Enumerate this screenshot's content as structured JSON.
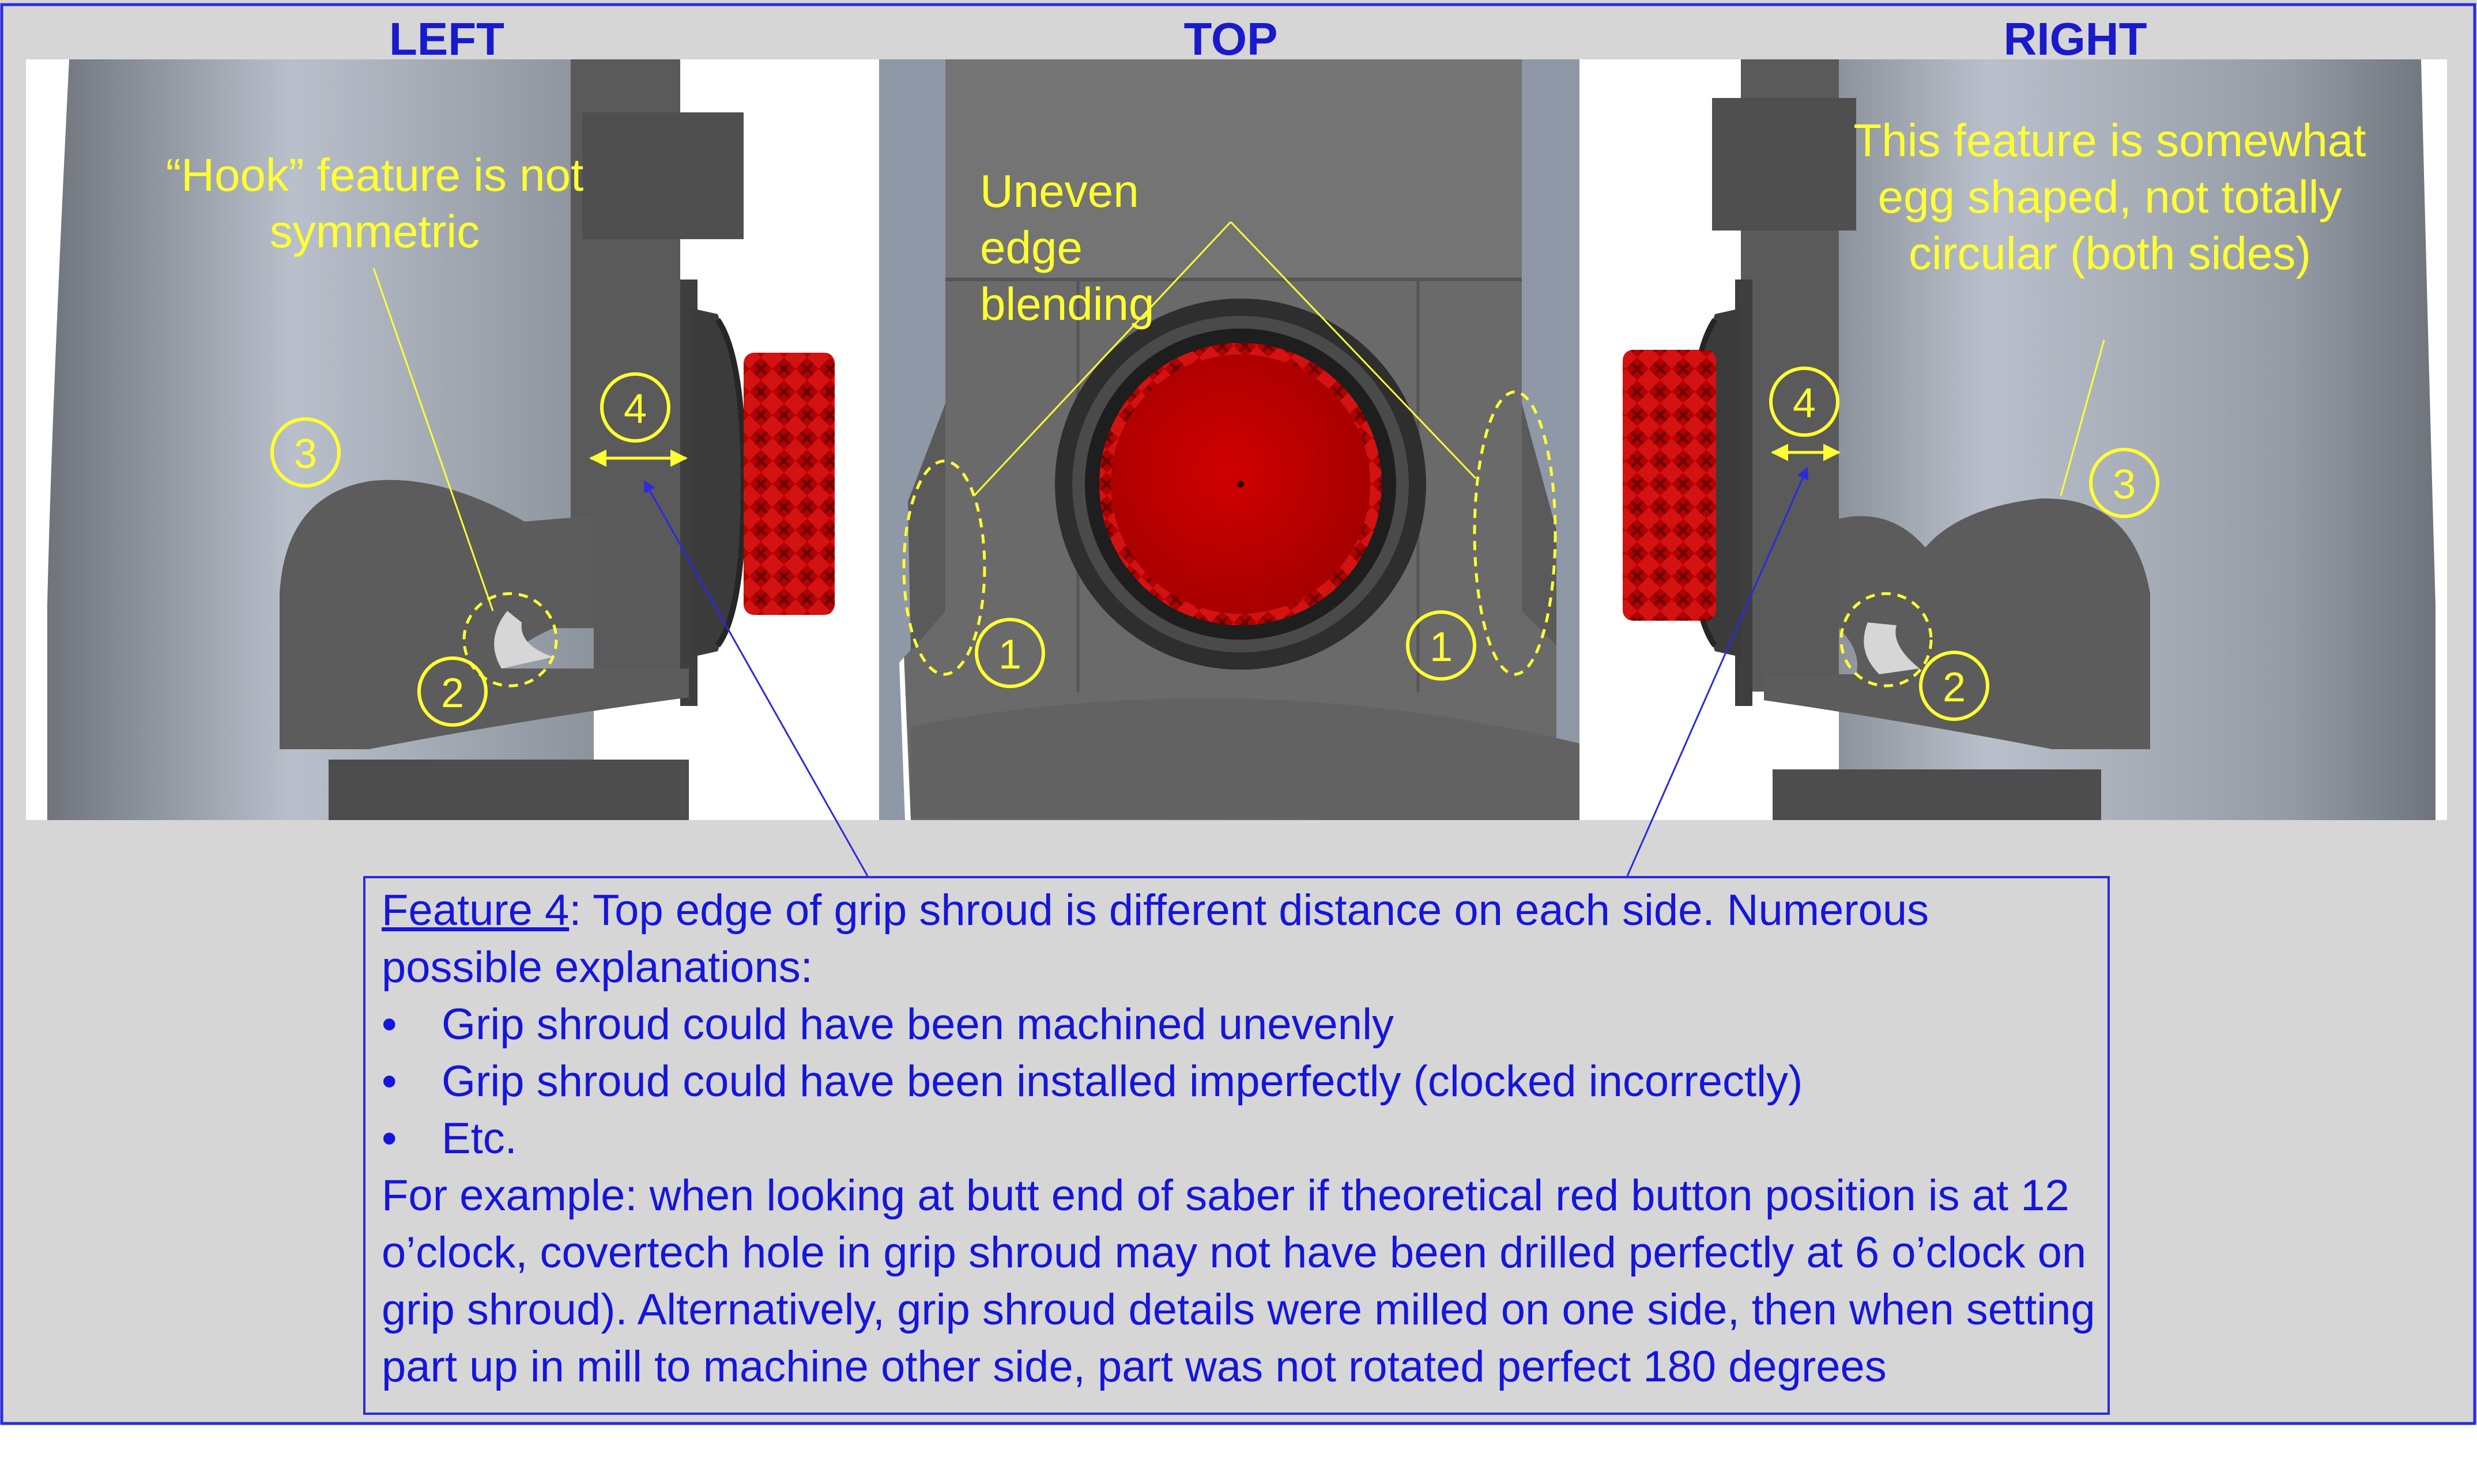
{
  "views": {
    "left": {
      "title": "LEFT"
    },
    "top": {
      "title": "TOP"
    },
    "right": {
      "title": "RIGHT"
    }
  },
  "annotations": {
    "left_note": "“Hook” feature is not symmetric",
    "top_note": "Uneven edge blending",
    "right_note": "This feature is somewhat egg shaped, not totally circular (both sides)"
  },
  "markers": {
    "left": [
      "3",
      "4",
      "2"
    ],
    "top": [
      "1",
      "1"
    ],
    "right": [
      "4",
      "3",
      "2"
    ]
  },
  "feature4": {
    "heading": "Feature 4",
    "intro": ": Top edge of grip shroud is different distance on each side. Numerous possible explanations:",
    "bullets": [
      "Grip shroud could have been machined unevenly",
      "Grip shroud could have been installed imperfectly (clocked incorrectly)",
      "Etc."
    ],
    "example": "For example: when looking at butt end of saber if theoretical red button position is at 12 o’clock, covertech hole in grip shroud may not have been drilled perfectly at 6 o’clock on grip shroud). Alternatively, grip shroud details were milled on one side, then when setting part up in mill to machine other side, part was not rotated perfect 180 degrees"
  },
  "colors": {
    "slide_bg": "#d6d6d6",
    "border": "#2a2ae0",
    "title_text": "#1a1acc",
    "annotation": "#ffff33",
    "body_text": "#1515dd",
    "button_red": "#c80000",
    "part_dark": "#585858",
    "body_light": "#a9b0bb"
  }
}
